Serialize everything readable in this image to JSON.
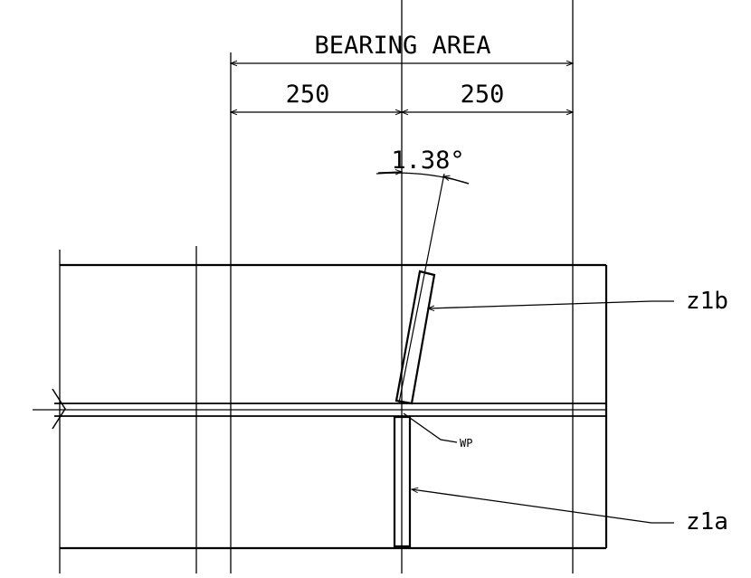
{
  "labels": {
    "bearing_area": "BEARING AREA",
    "dim_left": "250",
    "dim_right": "250",
    "angle": "1.38°",
    "z1b": "z1b",
    "z1a": "z1a",
    "wp": "WP"
  },
  "colors": {
    "line": "#000000",
    "background": "#ffffff"
  }
}
